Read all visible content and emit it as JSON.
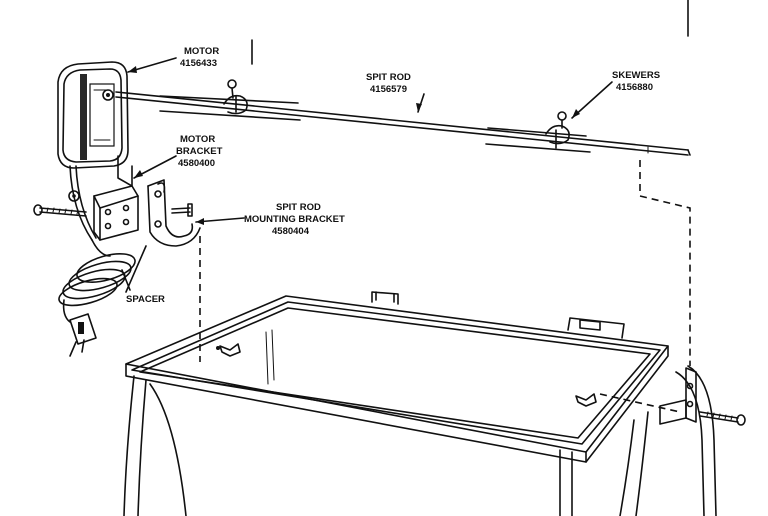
{
  "parts": {
    "motor": {
      "name": "MOTOR",
      "number": "4156433"
    },
    "spit_rod": {
      "name": "SPIT ROD",
      "number": "4156579"
    },
    "skewers": {
      "name": "SKEWERS",
      "number": "4156880"
    },
    "motor_bracket": {
      "name_line1": "MOTOR",
      "name_line2": "BRACKET",
      "number": "4580400"
    },
    "mounting_bracket": {
      "name_line1": "SPIT ROD",
      "name_line2": "MOUNTING BRACKET",
      "number": "4580404"
    },
    "spacer": {
      "name": "SPACER"
    }
  }
}
